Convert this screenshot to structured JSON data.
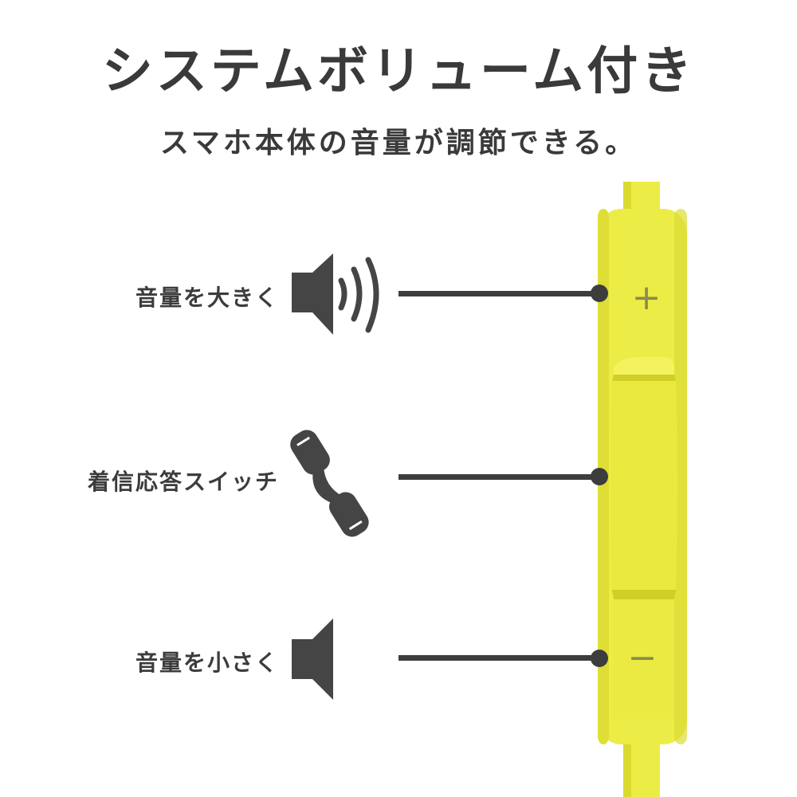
{
  "header": {
    "title": "システムボリューム付き",
    "subtitle": "スマホ本体の音量が調節できる。"
  },
  "controls": [
    {
      "label": "音量を大きく",
      "icon": "speaker-volume-up-icon",
      "button_symbol": "+"
    },
    {
      "label": "着信応答スイッチ",
      "icon": "phone-handset-icon"
    },
    {
      "label": "音量を小さく",
      "icon": "speaker-volume-down-icon",
      "button_symbol": "−"
    }
  ],
  "colors": {
    "remote": "#ecec46",
    "remote_shade": "#d6d62c",
    "icon": "#454545",
    "line": "#3d3d3d"
  }
}
